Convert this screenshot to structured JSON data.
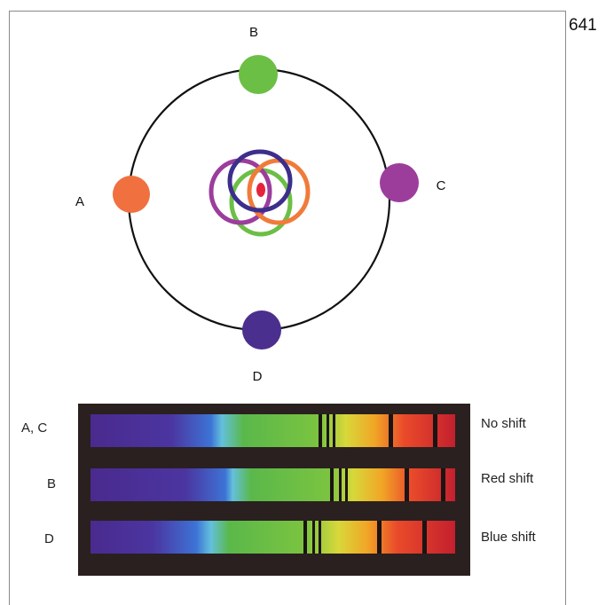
{
  "page_number": "641",
  "orbit_labels": {
    "a": "A",
    "b": "B",
    "c": "C",
    "d": "D"
  },
  "spectra": [
    {
      "row_label": "A, C",
      "shift_label": "No shift"
    },
    {
      "row_label": "B",
      "shift_label": "Red shift"
    },
    {
      "row_label": "D",
      "shift_label": "Blue shift"
    }
  ],
  "colors": {
    "orange": "#f07040",
    "green": "#6cbf45",
    "purple": "#9c3d9c",
    "violet": "#4b2f8f",
    "red_center": "#e8243a"
  }
}
